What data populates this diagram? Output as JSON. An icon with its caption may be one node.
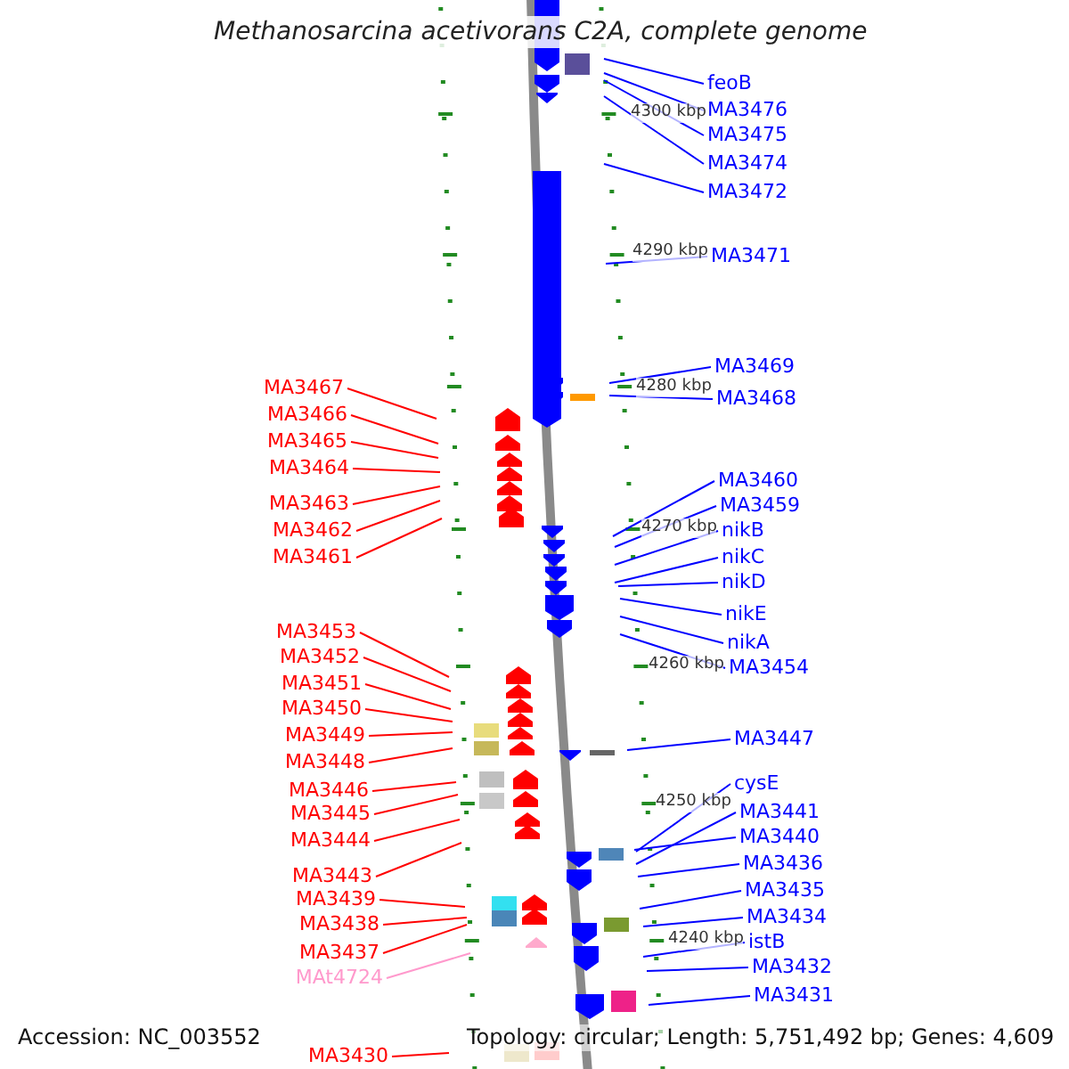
{
  "diagram": {
    "title": "Methanosarcina acetivorans C2A, complete genome",
    "nodes": [
      {
        "text": [
          "feoB"
        ]
      },
      {
        "text": [
          "MA3476"
        ]
      },
      {
        "text": [
          "MA3475"
        ]
      },
      {
        "text": [
          "MA3474"
        ]
      },
      {
        "text": [
          "MA3472"
        ]
      },
      {
        "text": [
          "MA3471"
        ]
      },
      {
        "text": [
          "MA3469"
        ]
      },
      {
        "text": [
          "MA3468"
        ]
      },
      {
        "text": [
          "MA3467"
        ]
      },
      {
        "text": [
          "MA3466"
        ]
      },
      {
        "text": [
          "MA3465"
        ]
      },
      {
        "text": [
          "MA3464"
        ]
      },
      {
        "text": [
          "MA3460"
        ]
      },
      {
        "text": [
          "MA3459"
        ]
      },
      {
        "text": [
          "MA3463"
        ]
      },
      {
        "text": [
          "nikB"
        ]
      },
      {
        "text": [
          "MA3462"
        ]
      },
      {
        "text": [
          "nikC"
        ]
      },
      {
        "text": [
          "MA3461"
        ]
      },
      {
        "text": [
          "nikD"
        ]
      },
      {
        "text": [
          "nikE"
        ]
      },
      {
        "text": [
          "MA3453"
        ]
      },
      {
        "text": [
          "nikA"
        ]
      },
      {
        "text": [
          "MA3452"
        ]
      },
      {
        "text": [
          "MA3454"
        ]
      },
      {
        "text": [
          "MA3451"
        ]
      },
      {
        "text": [
          "MA3450"
        ]
      },
      {
        "text": [
          "MA3449"
        ]
      },
      {
        "text": [
          "MA3447"
        ]
      },
      {
        "text": [
          "MA3448"
        ]
      },
      {
        "text": [
          "cysE"
        ]
      },
      {
        "text": [
          "MA3446"
        ]
      },
      {
        "text": [
          "MA3441"
        ]
      },
      {
        "text": [
          "MA3445"
        ]
      },
      {
        "text": [
          "MA3440"
        ]
      },
      {
        "text": [
          "MA3444"
        ]
      },
      {
        "text": [
          "MA3436"
        ]
      },
      {
        "text": [
          "MA3443"
        ]
      },
      {
        "text": [
          "MA3435"
        ]
      },
      {
        "text": [
          "MA3439"
        ]
      },
      {
        "text": [
          "MA3434"
        ]
      },
      {
        "text": [
          "MA3438"
        ]
      },
      {
        "text": [
          "istB"
        ]
      },
      {
        "text": [
          "MA3437"
        ]
      },
      {
        "text": [
          "MA3432"
        ]
      },
      {
        "text": [
          "MAt4724"
        ]
      },
      {
        "text": [
          "MA3431"
        ]
      },
      {
        "text": [
          "MA3430"
        ]
      }
    ],
    "edges": [
      {
        "from": 0,
        "to": null,
        "arrow": "none"
      },
      {
        "from": 1,
        "to": null,
        "arrow": "none"
      },
      {
        "from": 2,
        "to": null,
        "arrow": "none"
      },
      {
        "from": 3,
        "to": null,
        "arrow": "none"
      },
      {
        "from": 4,
        "to": null,
        "arrow": "none"
      },
      {
        "from": 5,
        "to": null,
        "arrow": "none"
      },
      {
        "from": 6,
        "to": null,
        "arrow": "none"
      },
      {
        "from": 7,
        "to": null,
        "arrow": "none"
      },
      {
        "from": 8,
        "to": null,
        "arrow": "none",
        "color": "#ff0000"
      },
      {
        "from": 9,
        "to": null,
        "arrow": "none",
        "color": "#ff0000"
      },
      {
        "from": 10,
        "to": null,
        "arrow": "none",
        "color": "#ff0000"
      },
      {
        "from": 11,
        "to": null,
        "arrow": "none",
        "color": "#ff0000"
      },
      {
        "from": 12,
        "to": null,
        "arrow": "none"
      },
      {
        "from": 13,
        "to": null,
        "arrow": "none"
      },
      {
        "from": 14,
        "to": null,
        "arrow": "none",
        "color": "#ff0000"
      },
      {
        "from": 15,
        "to": null,
        "arrow": "none"
      },
      {
        "from": 16,
        "to": null,
        "arrow": "none",
        "color": "#ff0000"
      },
      {
        "from": 17,
        "to": null,
        "arrow": "none"
      },
      {
        "from": 18,
        "to": null,
        "arrow": "none",
        "color": "#ff0000"
      },
      {
        "from": 19,
        "to": null,
        "arrow": "none"
      },
      {
        "from": 20,
        "to": null,
        "arrow": "none"
      },
      {
        "from": 21,
        "to": null,
        "arrow": "none",
        "color": "#ff0000"
      },
      {
        "from": 22,
        "to": null,
        "arrow": "none"
      },
      {
        "from": 23,
        "to": null,
        "arrow": "none",
        "color": "#ff0000"
      },
      {
        "from": 24,
        "to": null,
        "arrow": "none"
      },
      {
        "from": 25,
        "to": null,
        "arrow": "none",
        "color": "#ff0000"
      },
      {
        "from": 26,
        "to": null,
        "arrow": "none",
        "color": "#ff0000"
      },
      {
        "from": 27,
        "to": null,
        "arrow": "none",
        "color": "#ff0000"
      },
      {
        "from": 28,
        "to": null,
        "arrow": "none"
      },
      {
        "from": 29,
        "to": null,
        "arrow": "none",
        "color": "#ff0000"
      },
      {
        "from": 30,
        "to": null,
        "arrow": "none"
      },
      {
        "from": 31,
        "to": null,
        "arrow": "none",
        "color": "#ff0000"
      },
      {
        "from": 32,
        "to": null,
        "arrow": "none"
      },
      {
        "from": 33,
        "to": null,
        "arrow": "none",
        "color": "#ff0000"
      },
      {
        "from": 34,
        "to": null,
        "arrow": "none"
      },
      {
        "from": 35,
        "to": null,
        "arrow": "none",
        "color": "#ff0000"
      },
      {
        "from": 36,
        "to": null,
        "arrow": "none"
      },
      {
        "from": 37,
        "to": null,
        "arrow": "none",
        "color": "#ff0000"
      },
      {
        "from": 38,
        "to": null,
        "arrow": "none"
      },
      {
        "from": 39,
        "to": null,
        "arrow": "none",
        "color": "#ff0000"
      },
      {
        "from": 40,
        "to": null,
        "arrow": "none"
      },
      {
        "from": 41,
        "to": null,
        "arrow": "none",
        "color": "#ff0000"
      },
      {
        "from": 42,
        "to": null,
        "arrow": "none"
      },
      {
        "from": 43,
        "to": null,
        "arrow": "none",
        "color": "#ff0000"
      },
      {
        "from": 44,
        "to": null,
        "arrow": "none"
      },
      {
        "from": 45,
        "to": null,
        "arrow": "none",
        "color": "#ff99cc"
      },
      {
        "from": 46,
        "to": null,
        "arrow": "none"
      },
      {
        "from": 47,
        "to": null,
        "arrow": "none",
        "color": "#ff0000"
      }
    ],
    "labels": [
      "4300 kbp",
      "4290 kbp",
      "4280 kbp",
      "4270 kbp",
      "4260 kbp",
      "4250 kbp",
      "4240 kbp",
      "Accession: NC_003552",
      "Topology: circular; Length: 5,751,492 bp; Genes: 4,609"
    ]
  }
}
